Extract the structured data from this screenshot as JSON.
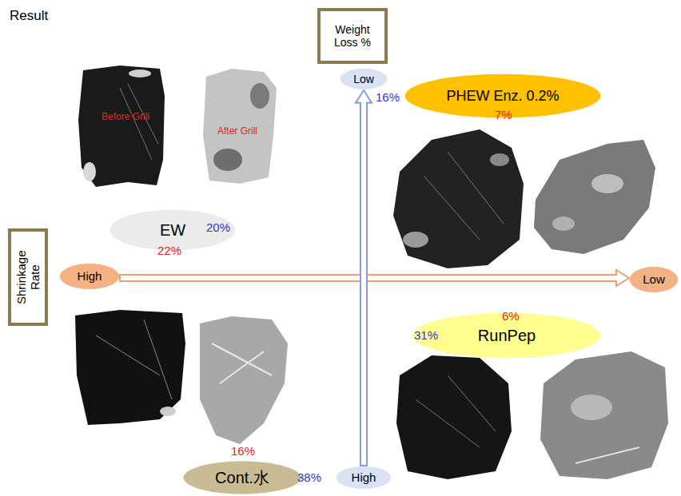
{
  "diagram": {
    "title": "Result",
    "nodes": [
      {
        "text": [
          "Weight Loss %"
        ]
      },
      {
        "text": [
          "Low"
        ]
      },
      {
        "text": [
          "PHEW Enz. 0.2%"
        ]
      },
      {
        "text": [
          "EW"
        ]
      },
      {
        "text": [
          "Shrinkage Rate"
        ]
      },
      {
        "text": [
          "High"
        ]
      },
      {
        "text": [
          "Low"
        ]
      },
      {
        "text": [
          "RunPep"
        ]
      },
      {
        "text": [
          "Cont.水"
        ]
      },
      {
        "text": [
          "High"
        ]
      }
    ],
    "edges": [
      {
        "from": 5,
        "to": 6,
        "arrow": "to"
      },
      {
        "from": 9,
        "to": 1,
        "arrow": "to"
      }
    ],
    "labels": [
      "Before Grill",
      "After Grill",
      "16%",
      "7%",
      "20%",
      "22%",
      "6%",
      "31%",
      "16%",
      "38%"
    ]
  }
}
